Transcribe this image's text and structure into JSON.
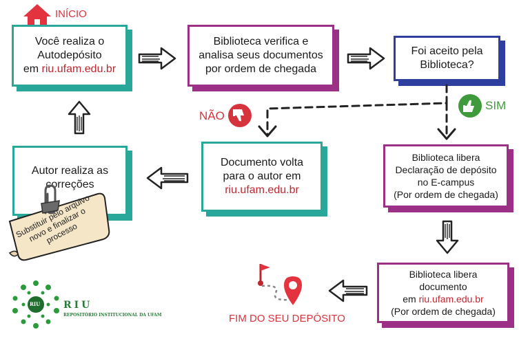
{
  "start_label": "INÍCIO",
  "box1": {
    "line1": "Você realiza o",
    "line2": "Autodepósito",
    "prefix": "em ",
    "link": "riu.ufam.edu.br"
  },
  "box2": {
    "text": "Biblioteca verifica e\nanalisa seus documentos\npor ordem de chegada"
  },
  "box3": {
    "text": "Foi aceito pela\nBiblioteca?"
  },
  "no_label": "NÃO",
  "yes_label": "SIM",
  "box4": {
    "text": "Documento volta\npara o autor em",
    "link": "riu.ufam.edu.br"
  },
  "box5": {
    "text": "Autor realiza as\ncorreções"
  },
  "note": {
    "text": "Substituir pelo arquivo\nnovo e finalizar o\nprocesso"
  },
  "box6": {
    "text": "Biblioteca libera\nDeclaração de depósito\nno E-campus\n(Por ordem de chegada)"
  },
  "box7": {
    "line1": "Biblioteca libera",
    "line2": "documento",
    "prefix": "em ",
    "link": "riu.ufam.edu.br",
    "line4": "(Por ordem de chegada)"
  },
  "end_label": "FIM DO SEU DEPÓSITO",
  "logo": {
    "title": "RIU",
    "subtitle": "REPOSITÓRIO INSTITUCIONAL DA UFAM",
    "badge": "RIU"
  },
  "colors": {
    "teal": "#2aa79b",
    "purple": "#9c2f86",
    "blue": "#2d3e9e",
    "red": "#d6343d",
    "green": "#3f9a3c"
  },
  "icons": [
    "home-icon",
    "thumbs-down-icon",
    "thumbs-up-icon",
    "paperclip-icon",
    "flag-icon",
    "location-pin-icon"
  ]
}
